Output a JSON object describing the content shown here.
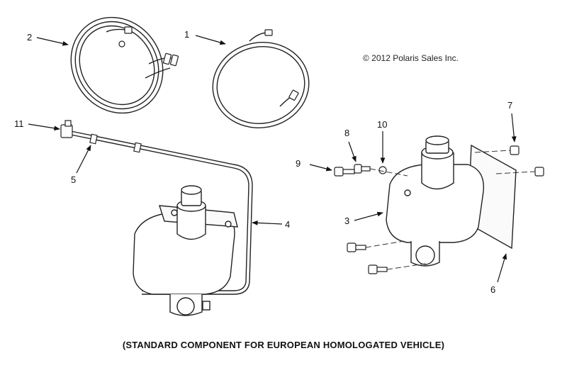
{
  "copyright": "© 2012 Polaris Sales Inc.",
  "caption": "(STANDARD COMPONENT FOR EUROPEAN HOMOLOGATED VEHICLE)",
  "callouts": [
    {
      "id": "1",
      "label": "1"
    },
    {
      "id": "2",
      "label": "2"
    },
    {
      "id": "3",
      "label": "3"
    },
    {
      "id": "4",
      "label": "4"
    },
    {
      "id": "5",
      "label": "5"
    },
    {
      "id": "6",
      "label": "6"
    },
    {
      "id": "7",
      "label": "7"
    },
    {
      "id": "8",
      "label": "8"
    },
    {
      "id": "9",
      "label": "9"
    },
    {
      "id": "10",
      "label": "10"
    },
    {
      "id": "11",
      "label": "11"
    }
  ]
}
